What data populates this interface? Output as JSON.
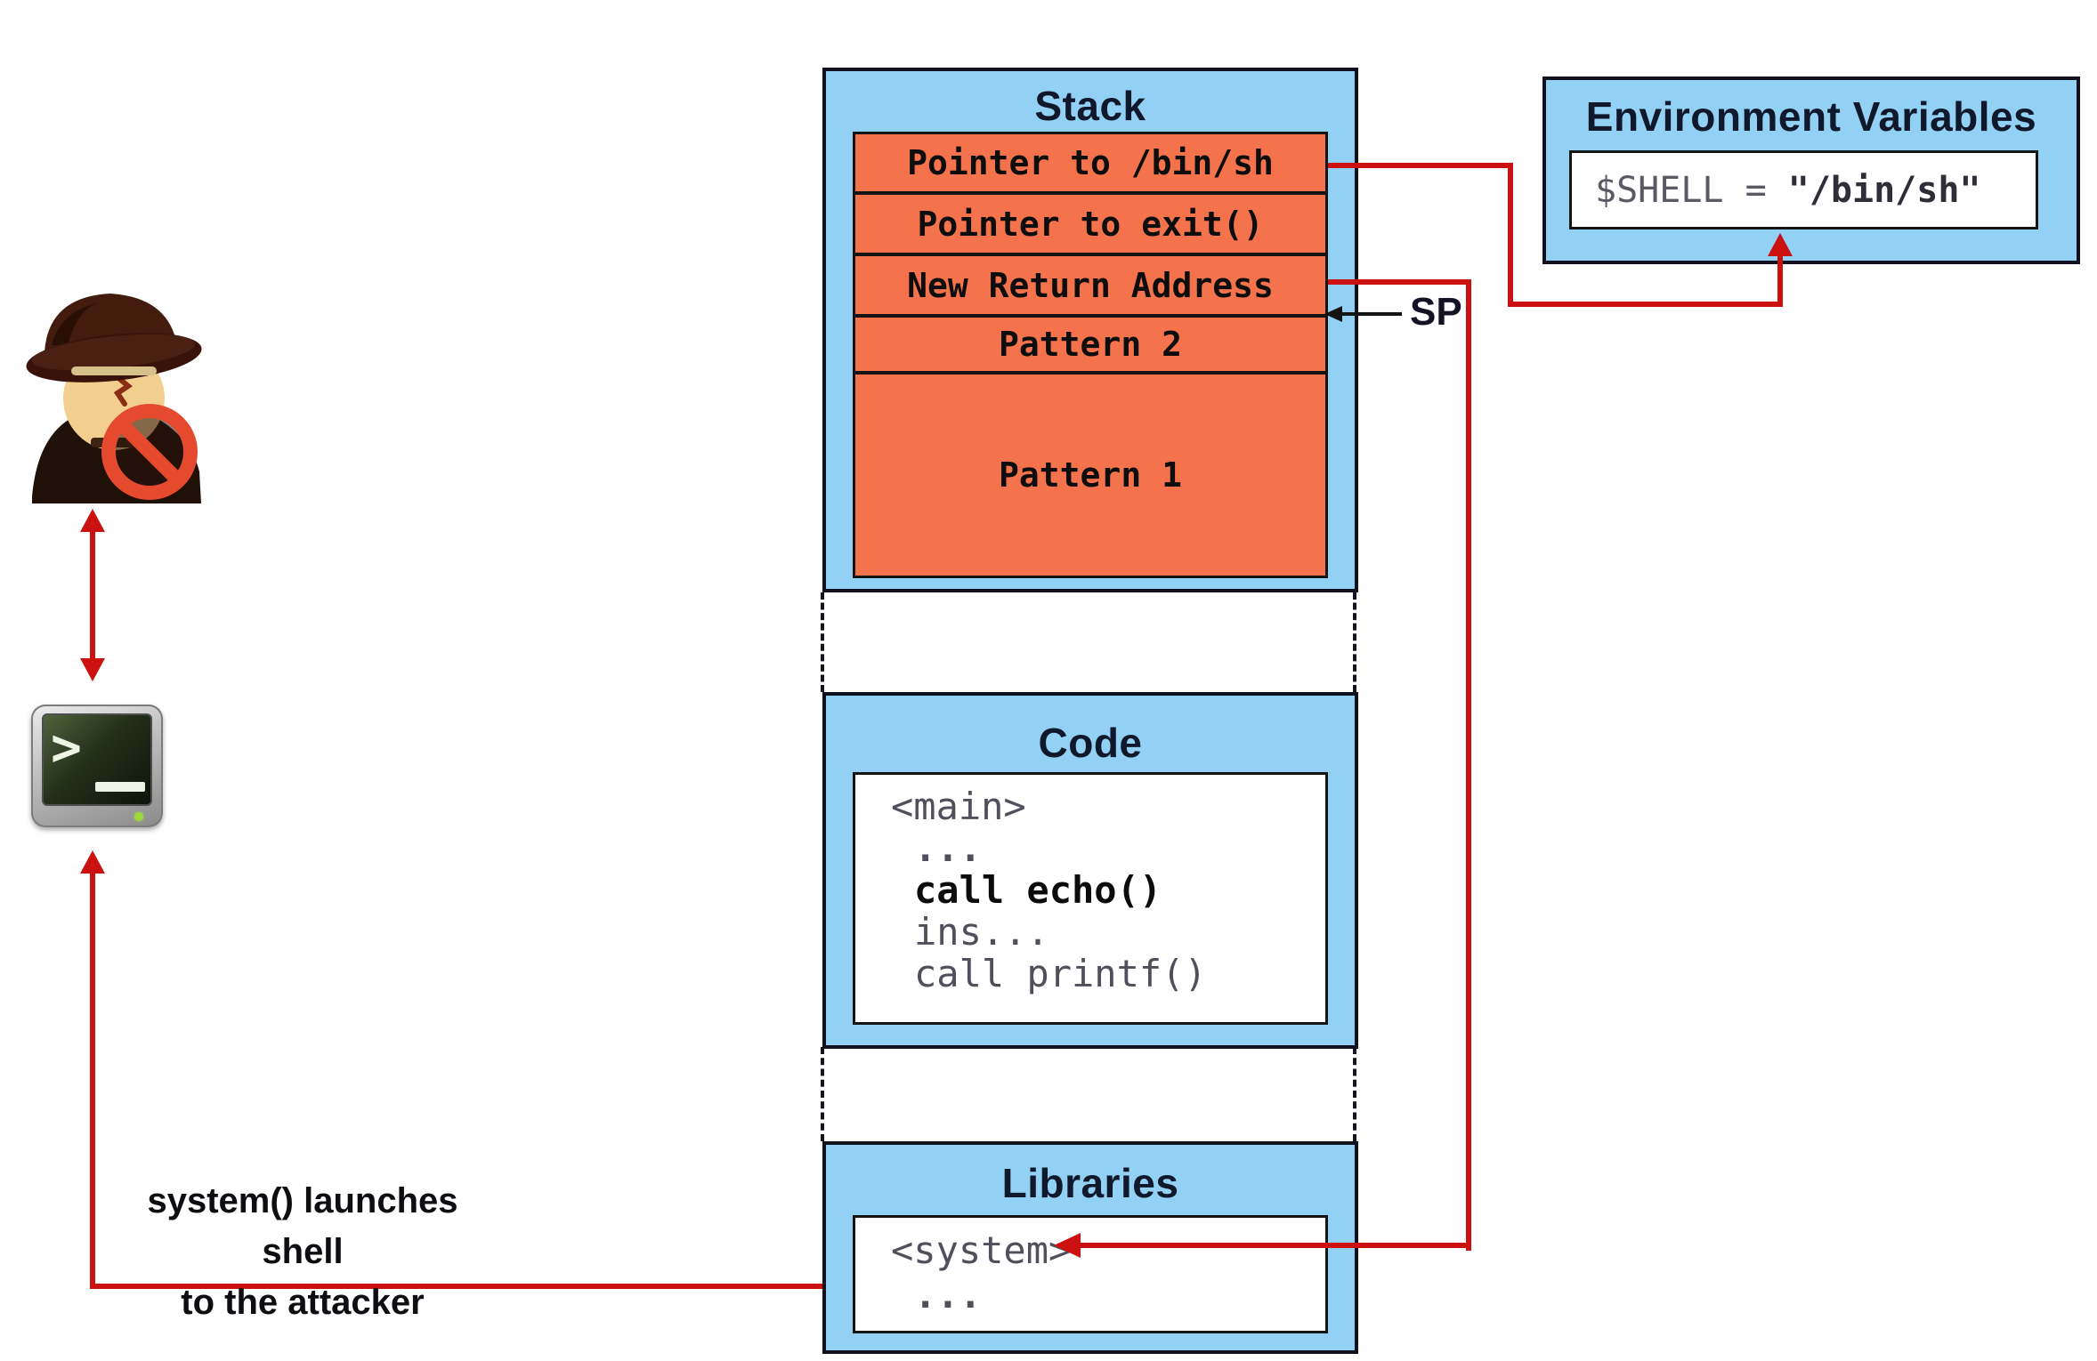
{
  "colors": {
    "panel_blue": "#92d1f4",
    "cell_orange": "#f5734c",
    "arrow_red": "#cc1111",
    "border_dark": "#10101e"
  },
  "stack": {
    "title": "Stack",
    "cells": [
      "Pointer to /bin/sh",
      "Pointer to exit()",
      "New Return Address",
      "Pattern 2",
      "Pattern 1"
    ]
  },
  "sp": {
    "label": "SP"
  },
  "code": {
    "title": "Code",
    "lines": [
      "<main>",
      "...",
      "call echo()",
      "ins...",
      "call printf()"
    ]
  },
  "libraries": {
    "title": "Libraries",
    "lines": [
      "<system>",
      "..."
    ]
  },
  "env": {
    "title": "Environment Variables",
    "var_name": "$SHELL = ",
    "var_value": "\"/bin/sh\""
  },
  "note": {
    "line1": "system() launches shell",
    "line2": "to the attacker"
  },
  "terminal": {
    "prompt": ">"
  },
  "icons": {
    "attacker": "spy-attacker-icon",
    "blocked": "no-entry-icon",
    "terminal": "terminal-icon"
  }
}
